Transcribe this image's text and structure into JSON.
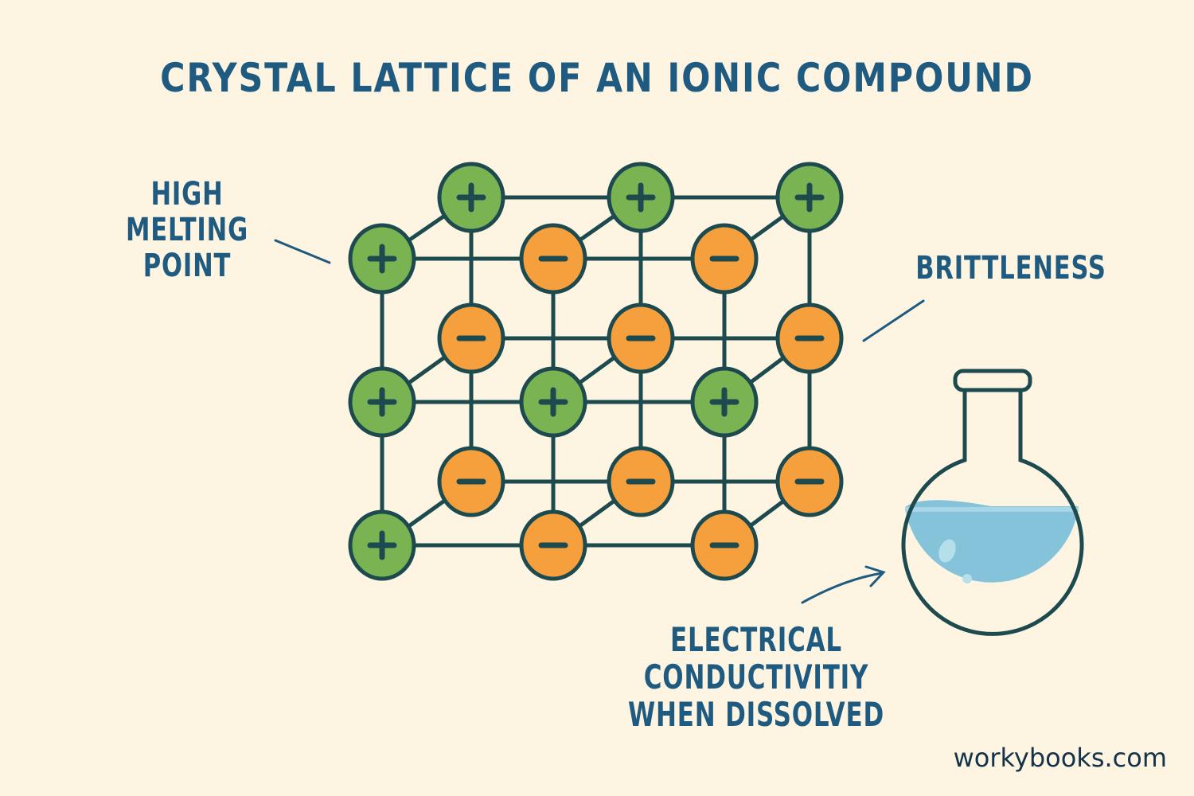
{
  "title": "CRYSTAL LATTICE OF AN IONIC COMPOUND",
  "labels": {
    "melting_point": [
      "HIGH",
      "MELTING",
      "POINT"
    ],
    "brittleness": "BRITTLENESS",
    "conductivity": [
      "ELECTRICAL",
      "CONDUCTIVITIY",
      "WHEN DISSOLVED"
    ]
  },
  "brand": "workybooks.com",
  "lattice": {
    "front_layer": [
      [
        "+",
        "-",
        "-"
      ],
      [
        "+",
        "+",
        "+"
      ],
      [
        "+",
        "-",
        "-"
      ]
    ],
    "back_layer": [
      [
        "+",
        "+",
        "+"
      ],
      [
        "-",
        "-",
        "-"
      ],
      [
        "-",
        "-",
        "-"
      ]
    ]
  },
  "colors": {
    "cation": "#7ab352",
    "anion": "#f5a03c",
    "outline": "#1d4a4f",
    "text": "#1f5a80",
    "liquid": "#85c3da",
    "background": "#fdf5e2"
  },
  "icons": {
    "flask": "round-bottom-flask-icon"
  }
}
